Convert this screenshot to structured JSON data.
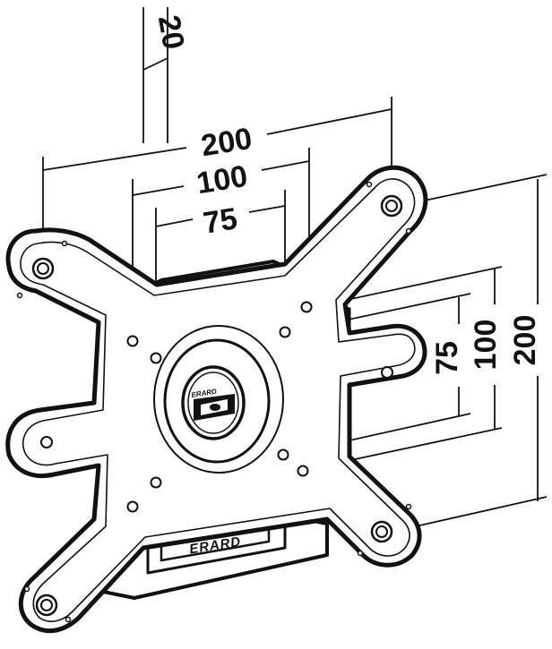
{
  "dimensions": {
    "top": {
      "depth": "20",
      "outer": "200",
      "middle": "100",
      "inner": "75"
    },
    "right": {
      "inner": "75",
      "middle": "100",
      "outer": "200"
    },
    "unit": ""
  },
  "branding": {
    "plate_label": "ERARD",
    "hub_label": "ERARD"
  },
  "colors": {
    "stroke": "#111111",
    "background": "#ffffff"
  }
}
